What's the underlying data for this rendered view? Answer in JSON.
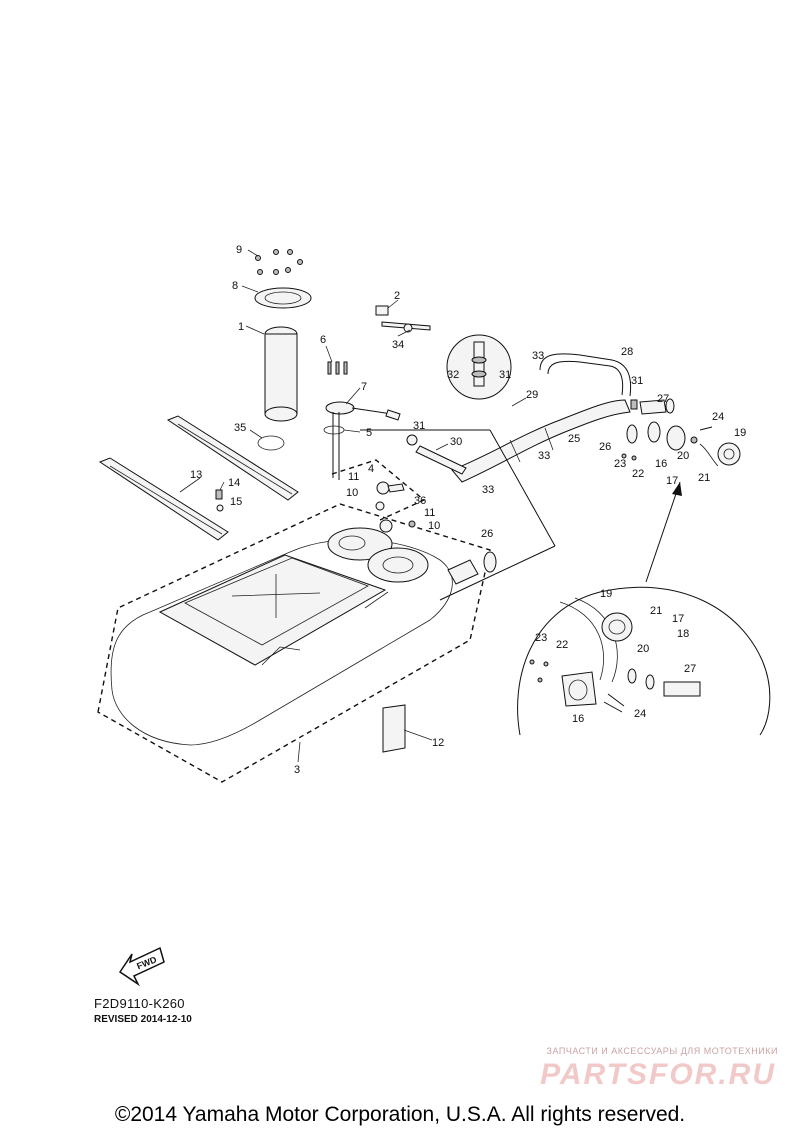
{
  "callouts": [
    {
      "id": "c9",
      "text": "9"
    },
    {
      "id": "c8",
      "text": "8"
    },
    {
      "id": "c1",
      "text": "1"
    },
    {
      "id": "c2",
      "text": "2"
    },
    {
      "id": "c34",
      "text": "34"
    },
    {
      "id": "c6",
      "text": "6"
    },
    {
      "id": "c7",
      "text": "7"
    },
    {
      "id": "c35",
      "text": "35"
    },
    {
      "id": "c5",
      "text": "5"
    },
    {
      "id": "c13",
      "text": "13"
    },
    {
      "id": "c14",
      "text": "14"
    },
    {
      "id": "c15",
      "text": "15"
    },
    {
      "id": "c4",
      "text": "4"
    },
    {
      "id": "c11a",
      "text": "11"
    },
    {
      "id": "c10a",
      "text": "10"
    },
    {
      "id": "c36",
      "text": "36"
    },
    {
      "id": "c11b",
      "text": "11"
    },
    {
      "id": "c10b",
      "text": "10"
    },
    {
      "id": "c31a",
      "text": "31"
    },
    {
      "id": "c30",
      "text": "30"
    },
    {
      "id": "c33a",
      "text": "33"
    },
    {
      "id": "c32",
      "text": "32"
    },
    {
      "id": "c31b",
      "text": "31"
    },
    {
      "id": "c29",
      "text": "29"
    },
    {
      "id": "c33b",
      "text": "33"
    },
    {
      "id": "c28",
      "text": "28"
    },
    {
      "id": "c31c",
      "text": "31"
    },
    {
      "id": "c27a",
      "text": "27"
    },
    {
      "id": "c25",
      "text": "25"
    },
    {
      "id": "c33c",
      "text": "33"
    },
    {
      "id": "c26a",
      "text": "26"
    },
    {
      "id": "c24a",
      "text": "24"
    },
    {
      "id": "c19a",
      "text": "19"
    },
    {
      "id": "c23a",
      "text": "23"
    },
    {
      "id": "c22a",
      "text": "22"
    },
    {
      "id": "c16a",
      "text": "16"
    },
    {
      "id": "c20a",
      "text": "20"
    },
    {
      "id": "c17a",
      "text": "17"
    },
    {
      "id": "c21a",
      "text": "21"
    },
    {
      "id": "c26b",
      "text": "26"
    },
    {
      "id": "c3",
      "text": "3"
    },
    {
      "id": "c12",
      "text": "12"
    },
    {
      "id": "c19b",
      "text": "19"
    },
    {
      "id": "c21b",
      "text": "21"
    },
    {
      "id": "c17b",
      "text": "17"
    },
    {
      "id": "c18",
      "text": "18"
    },
    {
      "id": "c20b",
      "text": "20"
    },
    {
      "id": "c23b",
      "text": "23"
    },
    {
      "id": "c22b",
      "text": "22"
    },
    {
      "id": "c27b",
      "text": "27"
    },
    {
      "id": "c16b",
      "text": "16"
    },
    {
      "id": "c24b",
      "text": "24"
    }
  ],
  "fwd_label": "FWD",
  "diagram_code": "F2D9110-K260",
  "revised": "REVISED 2014-12-10",
  "watermark": {
    "line1": "ЗАПЧАСТИ И АКСЕССУАРЫ ДЛЯ МОТОТЕХНИКИ",
    "line2": "PARTSFOR.RU",
    "color": "#f1c9c9"
  },
  "copyright": "©2014 Yamaha Motor Corporation, U.S.A. All rights reserved."
}
